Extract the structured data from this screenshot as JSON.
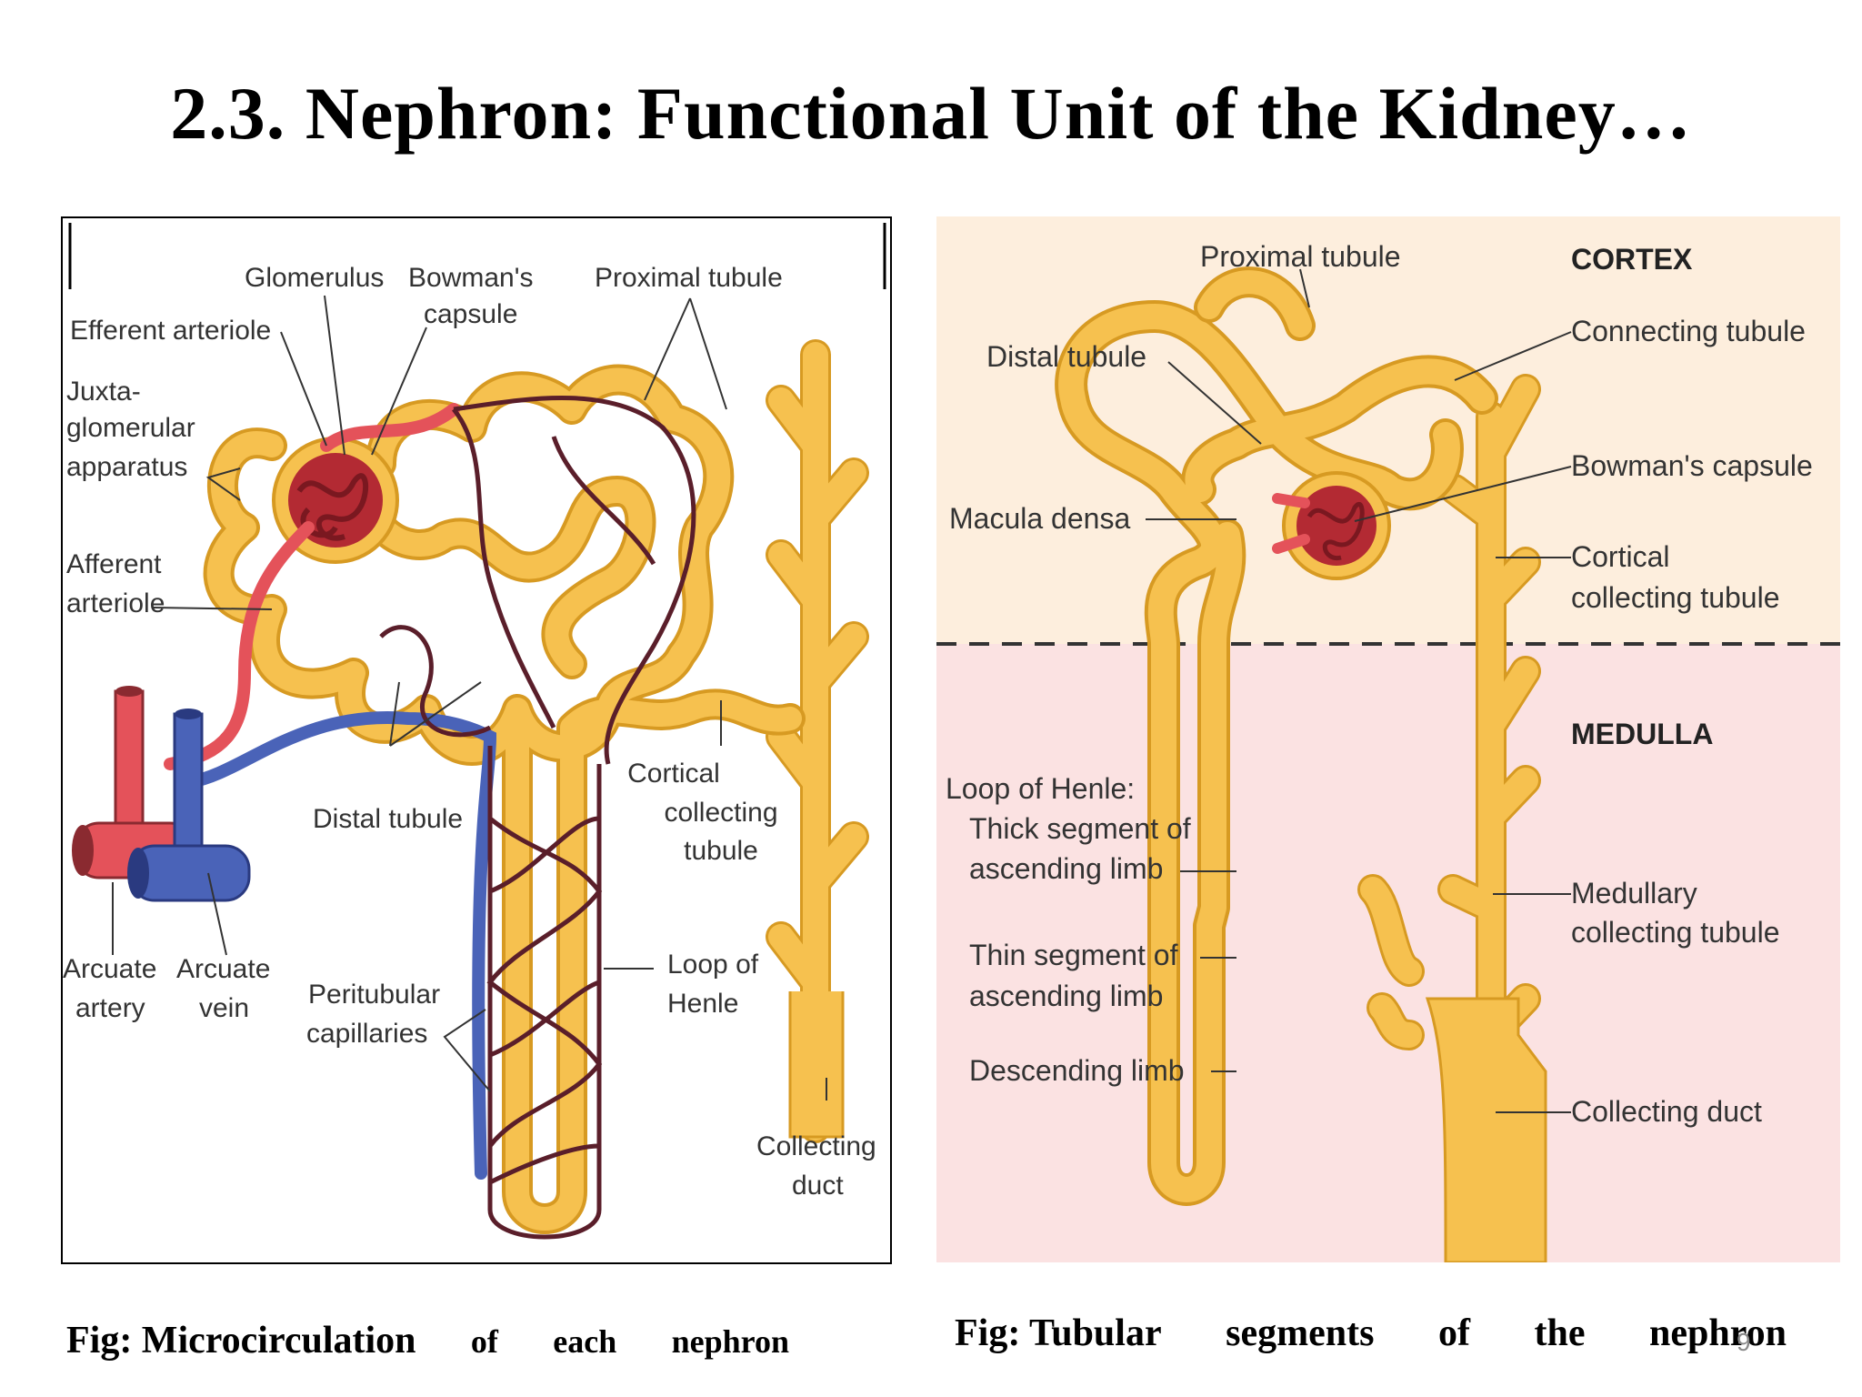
{
  "title": "2.3. Nephron: Functional Unit of the Kidney…",
  "left_figure": {
    "labels": {
      "glomerulus": "Glomerulus",
      "bowmans_1": "Bowman's",
      "bowmans_2": "capsule",
      "proximal": "Proximal tubule",
      "efferent": "Efferent arteriole",
      "juxta_1": "Juxta-",
      "juxta_2": "glomerular",
      "juxta_3": "apparatus",
      "afferent_1": "Afferent",
      "afferent_2": "arteriole",
      "distal": "Distal tubule",
      "cortical_1": "Cortical",
      "cortical_2": "collecting",
      "cortical_3": "tubule",
      "loop_1": "Loop of",
      "loop_2": "Henle",
      "arcuate_artery_1": "Arcuate",
      "arcuate_artery_2": "artery",
      "arcuate_vein_1": "Arcuate",
      "arcuate_vein_2": "vein",
      "peritubular_1": "Peritubular",
      "peritubular_2": "capillaries",
      "collecting_1": "Collecting",
      "collecting_2": "duct"
    }
  },
  "right_figure": {
    "labels": {
      "proximal": "Proximal tubule",
      "cortex": "CORTEX",
      "connecting": "Connecting tubule",
      "distal": "Distal tubule",
      "bowmans": "Bowman's capsule",
      "macula": "Macula densa",
      "cortical_1": "Cortical",
      "cortical_2": "collecting tubule",
      "medulla": "MEDULLA",
      "loop": "Loop of Henle:",
      "thick_1": "Thick segment of",
      "thick_2": "ascending limb",
      "medullary_1": "Medullary",
      "medullary_2": "collecting tubule",
      "thin_1": "Thin segment of",
      "thin_2": "ascending limb",
      "descending": "Descending limb",
      "collecting": "Collecting duct"
    }
  },
  "captions": {
    "left": [
      "Fig: Microcirculation",
      "of",
      "each",
      "nephron"
    ],
    "right": [
      "Fig: Tubular",
      "segments",
      "of",
      "the",
      "nephron"
    ]
  },
  "page_number": "9",
  "colors": {
    "tubule": "#f6c14f",
    "tubule_outline": "#d79a22",
    "artery": "#e4525a",
    "vein": "#4a63b8",
    "capillary": "#5a1e2a",
    "glomerulus": "#b32a33",
    "cortex_bg": "#fdeedd",
    "medulla_bg": "#fbe2e2"
  }
}
